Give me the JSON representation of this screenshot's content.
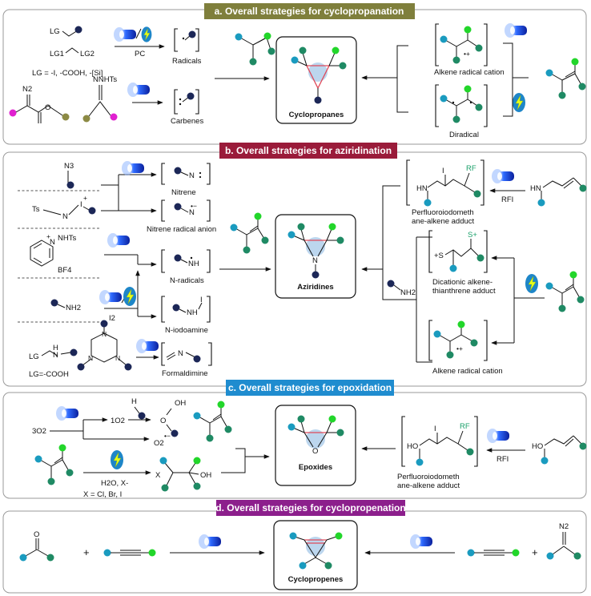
{
  "colors": {
    "panel_a": "#7f7f3c",
    "panel_b": "#9a1b3a",
    "panel_c": "#1f8ccf",
    "panel_d": "#8c1f8c",
    "navy": "#1c2757",
    "green": "#22d62a",
    "teal": "#1a9bbf",
    "darkgreen": "#1f8a64",
    "magenta": "#e020d0",
    "olive": "#8c8a44",
    "rf_green": "#1aa06a"
  },
  "icons": [
    "lamp-icon",
    "lightning-icon"
  ],
  "panel_a": {
    "title": "a. Overall strategies for cyclopropanation",
    "lg": "LG",
    "lg1": "LG1",
    "lg2": "LG2",
    "lg_def": "LG = -I, -COOH, -[Si]",
    "pc": "PC",
    "radicals": "Radicals",
    "carbenes": "Carbenes",
    "n2": "N2",
    "nnhts": "NNHTs",
    "product": "Cyclopropanes",
    "alkene_radical_cation": "Alkene radical cation",
    "diradical": "Diradical"
  },
  "panel_b": {
    "title": "b. Overall strategies for aziridination",
    "n3": "N3",
    "ts": "Ts",
    "nitrene": "Nitrene",
    "nitrene_radical_anion": "Nitrene radical anion",
    "nhts": "NHTs",
    "bf4": "BF4",
    "n_radicals": "N-radicals",
    "nh2": "NH2",
    "i2": "I2",
    "n_iodoamine": "N-iodoamine",
    "lg": "LG",
    "lg_def": "LG=-COOH",
    "formaldimine": "Formaldimine",
    "product": "Aziridines",
    "pfi_adduct": "Perfluoroiodometh\nane-alkene adduct",
    "rfi": "RFI",
    "rf": "RF",
    "hn": "HN",
    "dicationic": "Dicationic alkene-\nthianthrene adduct",
    "alkene_radical_cation": "Alkene radical cation"
  },
  "panel_c": {
    "title": "c. Overall strategies for epoxidation",
    "o2_triplet": "3O2",
    "o2_singlet": "1O2",
    "superoxide": "O2",
    "h": "H",
    "oh": "OH",
    "water_halide": "H2O, X-",
    "x_def": "X = Cl, Br, I",
    "x": "X",
    "product": "Epoxides",
    "pfi_adduct": "Perfluoroiodometh\nane-alkene adduct",
    "rfi": "RFI",
    "rf": "RF",
    "ho": "HO",
    "i": "I"
  },
  "panel_d": {
    "title": "d. Overall strategies for cyclopropenation",
    "plus": "+",
    "product": "Cyclopropenes",
    "n2": "N2"
  }
}
